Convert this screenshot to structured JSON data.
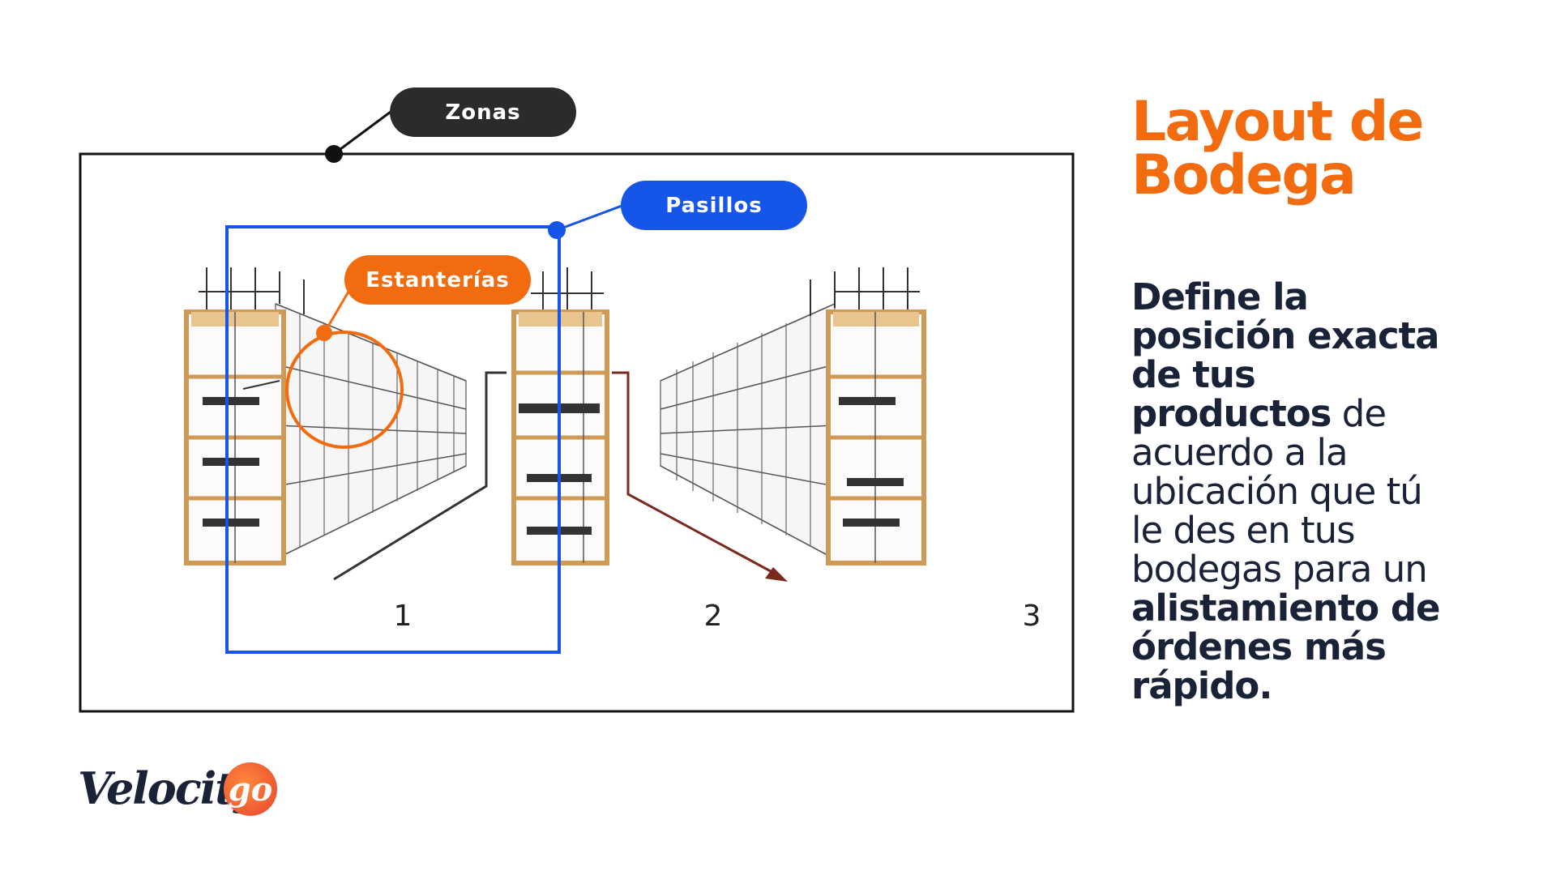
{
  "callouts": {
    "zonas": "Zonas",
    "pasillos": "Pasillos",
    "estanterias": "Estanterías"
  },
  "aisle_numbers": [
    "1",
    "2",
    "3"
  ],
  "title": {
    "line1": "Layout de",
    "line2": "Bodega"
  },
  "description": [
    {
      "text": "Define la",
      "bold": true
    },
    {
      "text": "posición exacta",
      "bold": true
    },
    {
      "text": "de tus",
      "bold": true
    },
    {
      "text": "productos",
      "bold": true,
      "tail": " de"
    },
    {
      "text": "acuerdo a la",
      "bold": false
    },
    {
      "text": "ubicación que tú",
      "bold": false
    },
    {
      "text": "le des en tus",
      "bold": false
    },
    {
      "text": "bodegas para un",
      "bold": false
    },
    {
      "text": "alistamiento de",
      "bold": true
    },
    {
      "text": "órdenes más",
      "bold": true
    },
    {
      "text": "rápido.",
      "bold": true
    }
  ],
  "logo": {
    "word": "Velocity",
    "badge": "go"
  },
  "colors": {
    "orange": "#f26b0f",
    "blue": "#1556e8",
    "dark": "#2b2b2b",
    "navy": "#1a2238",
    "shelf_wood": "#d9a35a"
  },
  "icons": {
    "illustration": "warehouse-shelves-illustration",
    "arrow": "aisle-direction-arrow"
  }
}
